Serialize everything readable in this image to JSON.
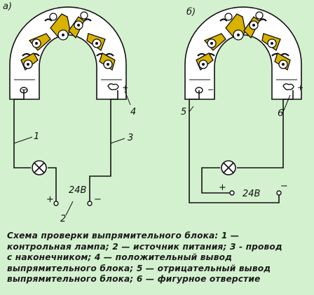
{
  "panels": [
    {
      "tag": "а)",
      "labels": {
        "wire1": "1",
        "source": "2",
        "wire3": "3",
        "pos_terminal": "4",
        "voltage": "24В",
        "plus": "+",
        "minus": "−"
      }
    },
    {
      "tag": "б)",
      "labels": {
        "neg_terminal": "5",
        "shaped_hole": "6",
        "voltage": "24В",
        "plus": "+",
        "minus": "−"
      }
    }
  ],
  "block_marks": {
    "minus": "−",
    "plus": "+"
  },
  "caption_lines": [
    "Схема проверки выпрямительного блока: 1 —",
    "контрольная лампа; 2 — источник питания; 3 - провод",
    "с наконечником; 4 — положительный вывод",
    "выпрямительного блока; 5 — отрицательный вывод",
    "выпрямительного блока; 6 — фигурное отверстие"
  ],
  "colors": {
    "background": "#d4f1cf",
    "block": "#ffffff",
    "lugs": "#d9b200",
    "lines": "#111111"
  }
}
